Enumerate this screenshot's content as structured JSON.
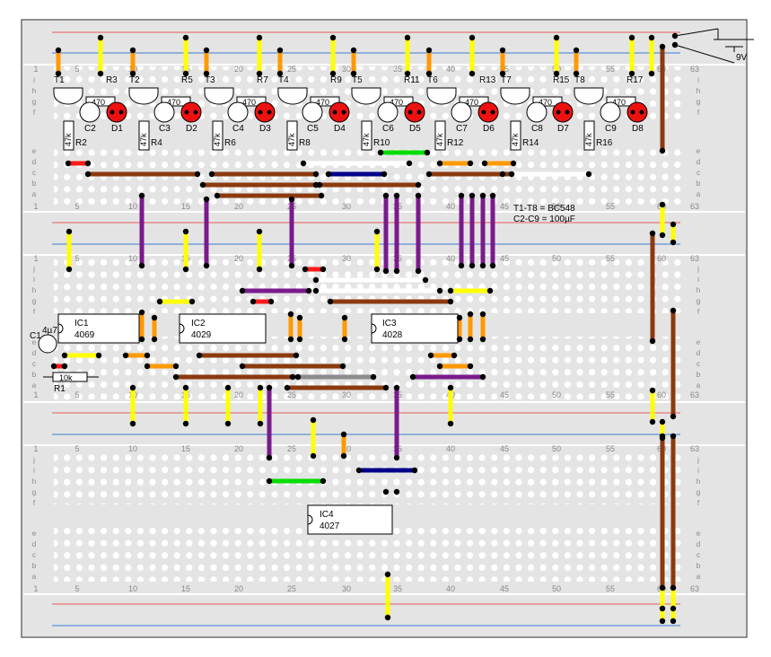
{
  "supply": {
    "label": "9V"
  },
  "note": {
    "line1": "T1-T8 = BC548",
    "line2": "C2-C9 = 100µF"
  },
  "column_numbers": [
    "1",
    "5",
    "10",
    "15",
    "20",
    "25",
    "30",
    "35",
    "40",
    "45",
    "50",
    "55",
    "60",
    "63"
  ],
  "row_letters_top": [
    "j",
    "i",
    "h",
    "g",
    "f"
  ],
  "row_letters_bottom": [
    "e",
    "d",
    "c",
    "b",
    "a"
  ],
  "transistors": [
    "T1",
    "T2",
    "T3",
    "T4",
    "T5",
    "T6",
    "T7",
    "T8"
  ],
  "collector_resistors": [
    "R3",
    "R5",
    "R7",
    "R9",
    "R11",
    "R13",
    "R15",
    "R17"
  ],
  "collector_resistor_value": "470",
  "base_resistors": [
    "R2",
    "R4",
    "R6",
    "R8",
    "R10",
    "R12",
    "R14",
    "R16"
  ],
  "base_resistor_value": "47k",
  "capacitors": [
    "C2",
    "C3",
    "C4",
    "C5",
    "C6",
    "C7",
    "C8",
    "C9"
  ],
  "leds": [
    "D1",
    "D2",
    "D3",
    "D4",
    "D5",
    "D6",
    "D7",
    "D8"
  ],
  "ics": [
    {
      "name": "IC1",
      "part": "4069"
    },
    {
      "name": "IC2",
      "part": "4029"
    },
    {
      "name": "IC3",
      "part": "4028"
    },
    {
      "name": "IC4",
      "part": "4027"
    }
  ],
  "timing": {
    "cap_name": "C1",
    "cap_value": "4µ7",
    "res_name": "R1",
    "res_value": "10k"
  },
  "colors": {
    "board": "#e4e4e4",
    "hole": "#ffffff",
    "rail_red": "#e85a5a",
    "rail_blue": "#3a7bd5",
    "yellow": "#ffff00",
    "orange": "#ff9900",
    "brown": "#8b3a0e",
    "purple": "#7a1a8c",
    "blue": "#00008b",
    "green": "#00dd00",
    "red": "#ff1a1a",
    "white": "#ffffff",
    "gray": "#8c8c8c",
    "led": "#ee1111"
  }
}
